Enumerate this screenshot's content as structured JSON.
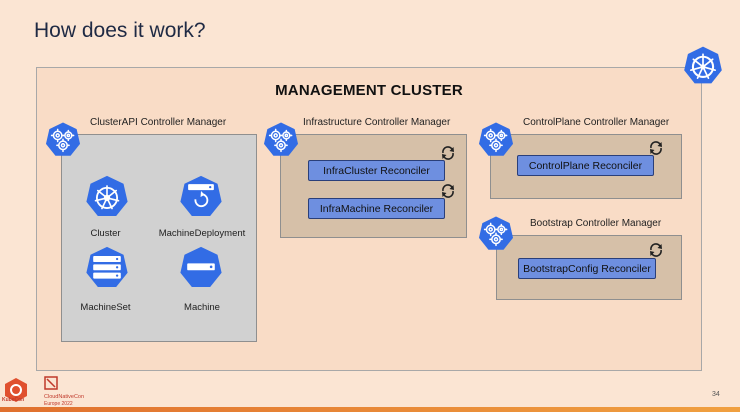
{
  "slide": {
    "title": "How does it work?",
    "page_number": "34"
  },
  "management_cluster": {
    "title": "MANAGEMENT CLUSTER"
  },
  "capi_manager": {
    "label": "ClusterAPI Controller Manager",
    "resources": [
      {
        "label": "Cluster",
        "icon": "cluster-icon"
      },
      {
        "label": "MachineDeployment",
        "icon": "machine-deployment-icon"
      },
      {
        "label": "MachineSet",
        "icon": "machineset-icon"
      },
      {
        "label": "Machine",
        "icon": "machine-icon"
      }
    ]
  },
  "infra_manager": {
    "label": "Infrastructure Controller Manager",
    "reconcilers": [
      "InfraCluster Reconciler",
      "InfraMachine Reconciler"
    ]
  },
  "controlplane_manager": {
    "label": "ControlPlane Controller Manager",
    "reconcilers": [
      "ControlPlane Reconciler"
    ]
  },
  "bootstrap_manager": {
    "label": "Bootstrap Controller Manager",
    "reconcilers": [
      "BootstrapConfig Reconciler"
    ]
  },
  "footer": {
    "kubecon": "KubeCon",
    "cloudnativecon": "CloudNativeCon",
    "event": "Europe 2022"
  },
  "colors": {
    "k8s_blue": "#326ce5",
    "reconciler_blue": "#6e8fe0",
    "gray_box": "#d1d1d1",
    "tan_box": "#d6c0a8",
    "background": "#fbe5d3"
  }
}
